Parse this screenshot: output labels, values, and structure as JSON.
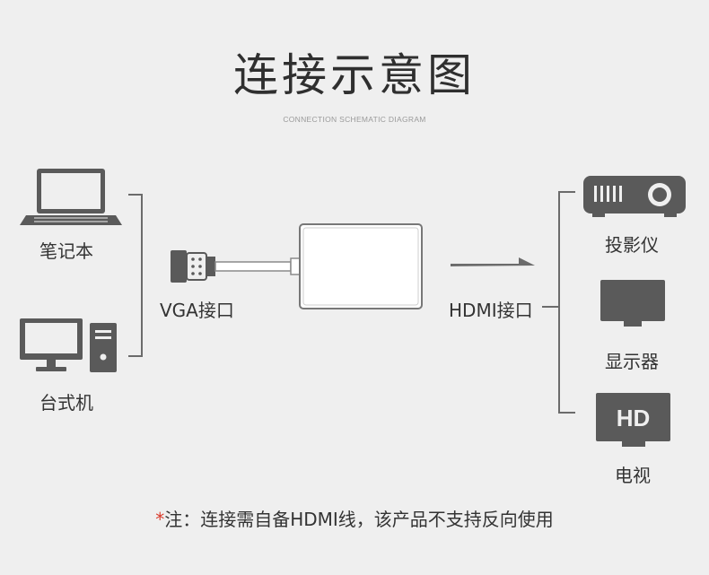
{
  "title": "连接示意图",
  "subtitle": "CONNECTION SCHEMATIC DIAGRAM",
  "sources": {
    "laptop_label": "笔记本",
    "desktop_label": "台式机"
  },
  "adapter": {
    "vga_label": "VGA接口",
    "hdmi_label": "HDMI接口"
  },
  "targets": {
    "projector_label": "投影仪",
    "monitor_label": "显示器",
    "tv_label": "电视",
    "tv_badge": "HD"
  },
  "note": {
    "star": "*",
    "text": "注：连接需自备HDMI线，该产品不支持反向使用"
  },
  "colors": {
    "icon": "#5a5a5a",
    "line": "#6b6b6b",
    "accent_star": "#d93a2b",
    "background": "#efefef"
  }
}
